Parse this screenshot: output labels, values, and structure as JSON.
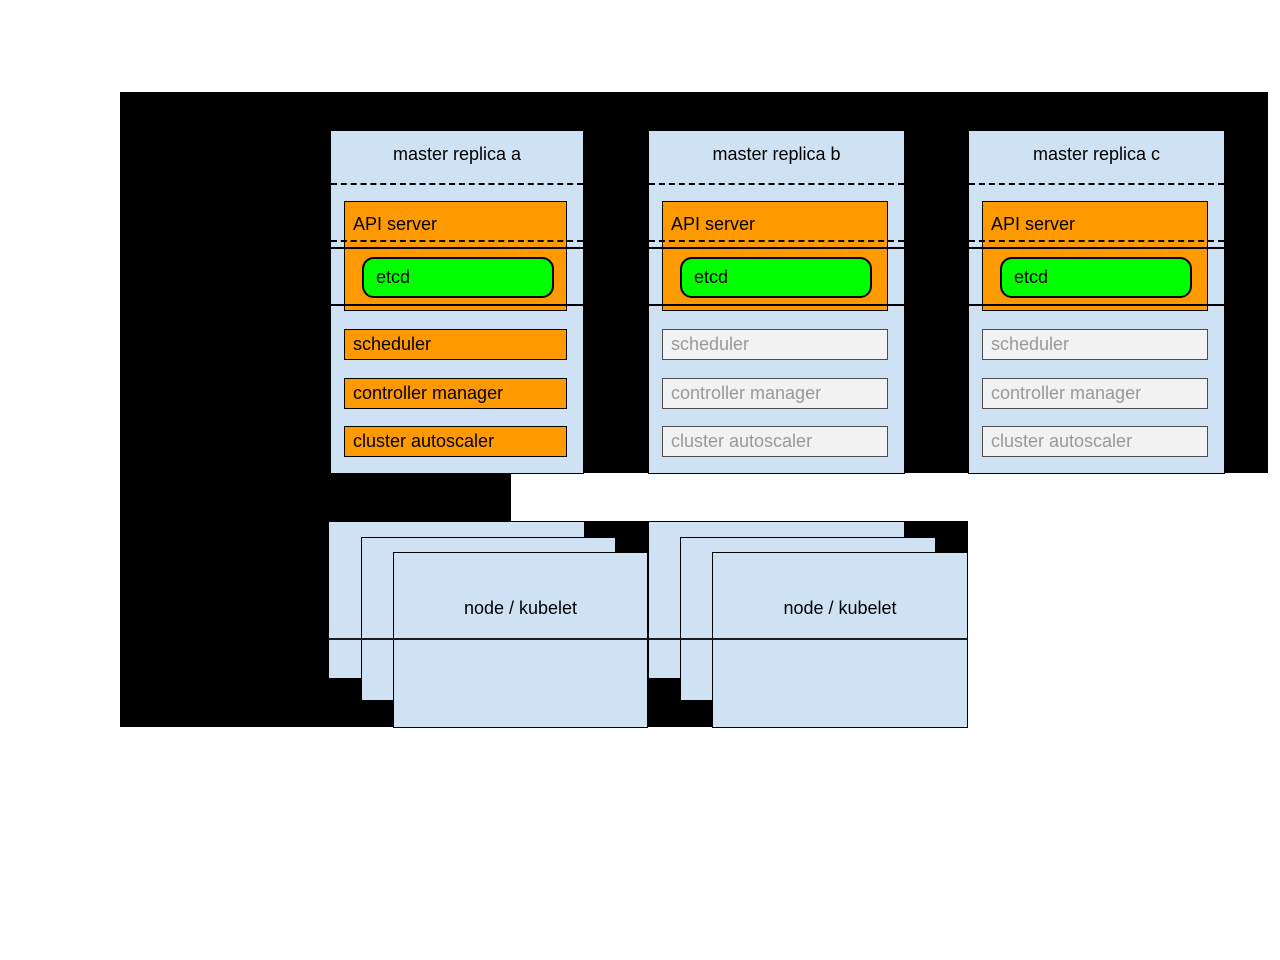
{
  "replicas": [
    {
      "title": "master replica a",
      "components": {
        "api_server": "API server",
        "etcd": "etcd",
        "scheduler": "scheduler",
        "controller_manager": "controller manager",
        "cluster_autoscaler": "cluster autoscaler"
      },
      "secondary_components_state": "active"
    },
    {
      "title": "master replica b",
      "components": {
        "api_server": "API server",
        "etcd": "etcd",
        "scheduler": "scheduler",
        "controller_manager": "controller manager",
        "cluster_autoscaler": "cluster autoscaler"
      },
      "secondary_components_state": "inactive"
    },
    {
      "title": "master replica c",
      "components": {
        "api_server": "API server",
        "etcd": "etcd",
        "scheduler": "scheduler",
        "controller_manager": "controller manager",
        "cluster_autoscaler": "cluster autoscaler"
      },
      "secondary_components_state": "inactive"
    }
  ],
  "nodes": [
    {
      "label": "node / kubelet"
    },
    {
      "label": "node / kubelet"
    }
  ],
  "colors": {
    "background": "#000000",
    "panel_blue": "#cfe2f3",
    "active_orange": "#ff9900",
    "etcd_green": "#00ff00",
    "inactive_fill": "#f2f2f2",
    "inactive_text": "#999999"
  }
}
